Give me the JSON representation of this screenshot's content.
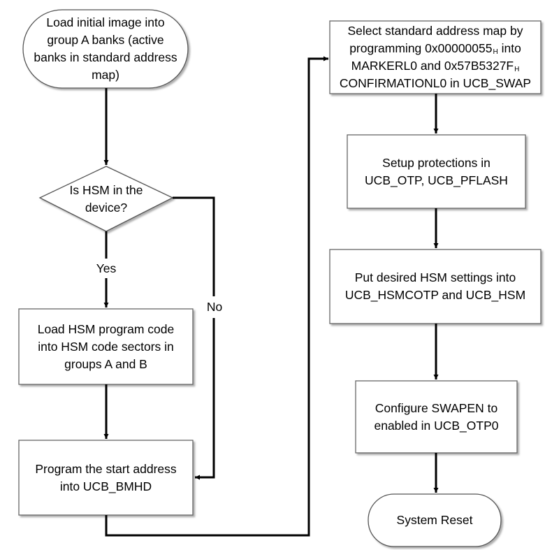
{
  "start": "Load initial image into\ngroup A banks (active\nbanks in standard address\nmap)",
  "decision": "Is HSM in the\ndevice?",
  "yes_label": "Yes",
  "no_label": "No",
  "load_hsm": "Load HSM program code\ninto HSM code sectors in\ngroups A and B",
  "program_bmhd": "Program the start address\ninto UCB_BMHD",
  "select_map": {
    "line1": "Select standard address map by",
    "line2_pre": "programming 0x00000055",
    "line2_sub": "H",
    "line2_post": " into",
    "line3_pre": "MARKERL0 and 0x57B5327F",
    "line3_sub": "H",
    "line4": "CONFIRMATIONL0 in UCB_SWAP"
  },
  "setup_protections": "Setup protections in\nUCB_OTP, UCB_PFLASH",
  "hsm_settings": "Put desired HSM settings into\nUCB_HSMCOTP and UCB_HSM",
  "configure_swapen": "Configure SWAPEN to\nenabled in UCB_OTP0",
  "system_reset": "System Reset"
}
